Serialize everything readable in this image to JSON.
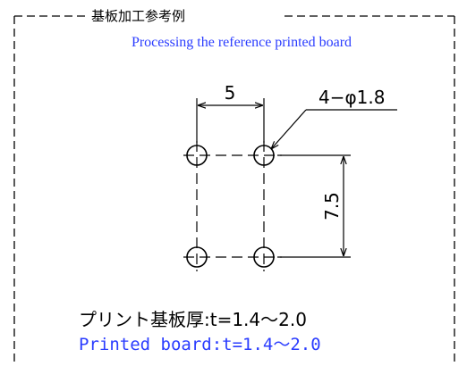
{
  "frame": {
    "title": "基板加工参考例",
    "subtitle": "Processing the reference printed board"
  },
  "dimensions": {
    "horizontal_pitch": "5",
    "vertical_pitch": "7.5",
    "hole_callout": "4−φ1.8"
  },
  "notes": {
    "thickness_jp": "プリント基板厚:t=1.4〜2.0",
    "thickness_en": "Printed board:t=1.4〜2.0"
  }
}
